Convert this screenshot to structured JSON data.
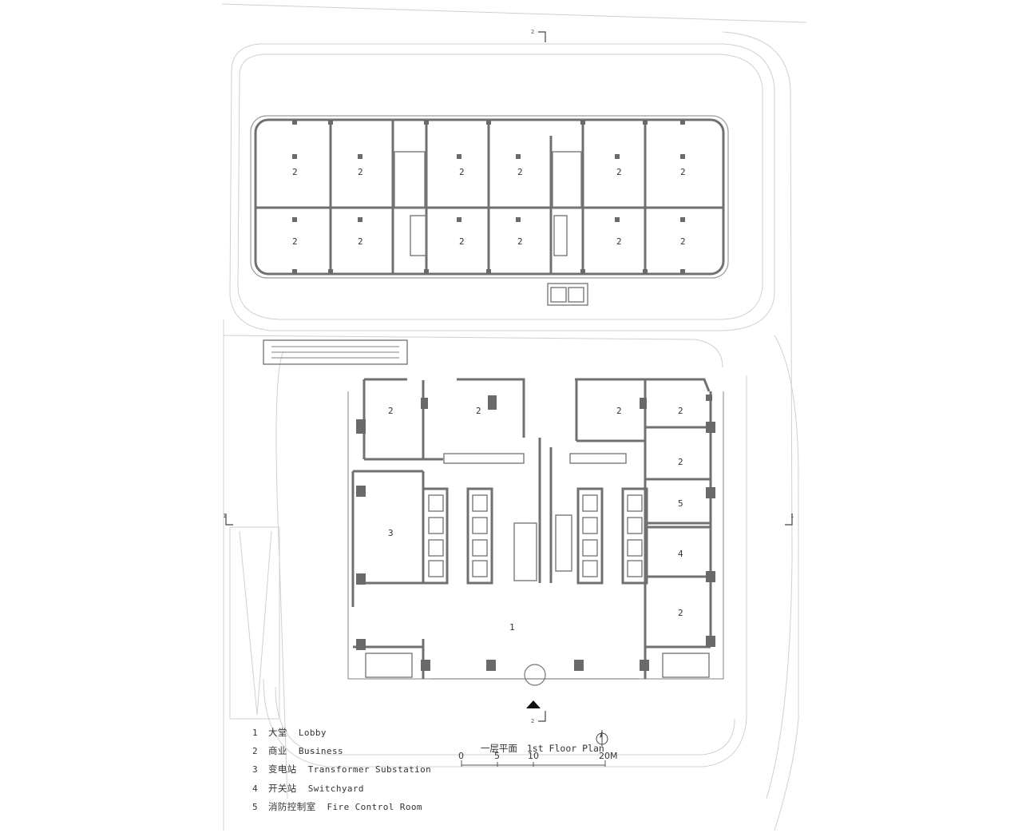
{
  "legend": {
    "items": [
      {
        "num": "1",
        "zh": "大堂",
        "en": "Lobby"
      },
      {
        "num": "2",
        "zh": "商业",
        "en": "Business"
      },
      {
        "num": "3",
        "zh": "变电站",
        "en": "Transformer Substation"
      },
      {
        "num": "4",
        "zh": "开关站",
        "en": "Switchyard"
      },
      {
        "num": "5",
        "zh": "消防控制室",
        "en": "Fire Control Room"
      }
    ]
  },
  "title": {
    "zh": "一层平面",
    "en": "1st Floor Plan"
  },
  "scale": {
    "ticks": [
      "0",
      "5",
      "10",
      "20M"
    ]
  },
  "section_markers": {
    "top": "2",
    "bottom": "2",
    "left": "1",
    "right": "1"
  },
  "room_labels": {
    "north_block": [
      "2",
      "2",
      "2",
      "2",
      "2",
      "2",
      "2",
      "2",
      "2",
      "2",
      "2",
      "2"
    ],
    "south_block": [
      "2",
      "2",
      "2",
      "2",
      "2",
      "5",
      "3",
      "4",
      "1",
      "2"
    ]
  }
}
